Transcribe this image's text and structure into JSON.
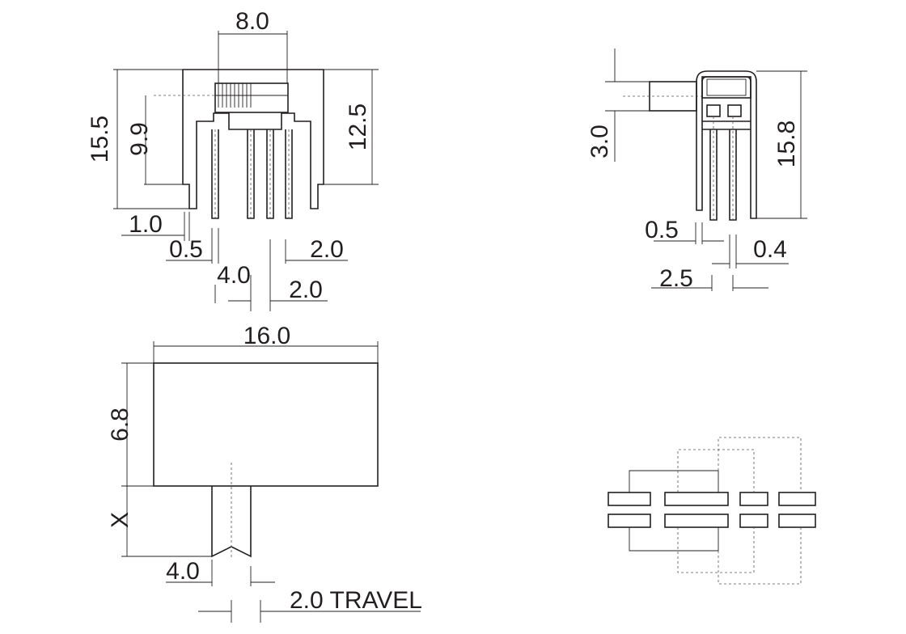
{
  "front_view": {
    "width_top": "8.0",
    "height_total": "15.5",
    "height_inner": "9.9",
    "height_right": "12.5",
    "pin_offset": "1.0",
    "pin_width": "0.5",
    "pitch_right": "2.0",
    "pitch_center": "4.0",
    "pitch_small": "2.0"
  },
  "side_view": {
    "actuator": "3.0",
    "height": "15.8",
    "pin_width": "0.5",
    "pin_thickness": "0.4",
    "pin_pitch": "2.5"
  },
  "top_view": {
    "width": "16.0",
    "height": "6.8",
    "actuator_length": "X",
    "actuator_width": "4.0",
    "travel": "2.0 TRAVEL"
  }
}
